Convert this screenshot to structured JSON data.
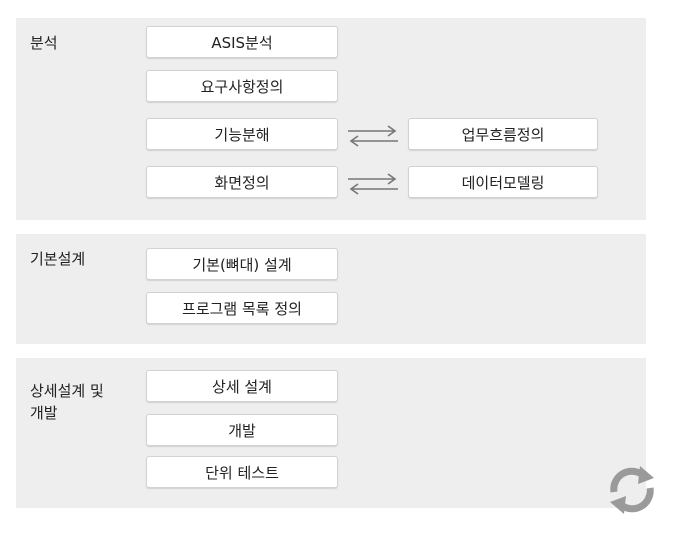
{
  "sections": [
    {
      "label": "분석",
      "left_items": [
        "ASIS분석",
        "요구사항정의",
        "기능분해",
        "화면정의"
      ],
      "right_items": [
        "업무흐름정의",
        "데이터모델링"
      ]
    },
    {
      "label": "기본설계",
      "left_items": [
        "기본(뼈대) 설계",
        "프로그램 목록 정의"
      ]
    },
    {
      "label": "상세설계 및\n개발",
      "left_items": [
        "상세 설계",
        "개발",
        "단위 테스트"
      ]
    }
  ],
  "colors": {
    "panel": "#eeeeee",
    "box": "#ffffff",
    "arrow": "#777777",
    "refresh_icon": "#9a9a9a"
  },
  "icons": {
    "arrows": "bidirectional-arrows-icon",
    "refresh": "refresh-icon"
  }
}
